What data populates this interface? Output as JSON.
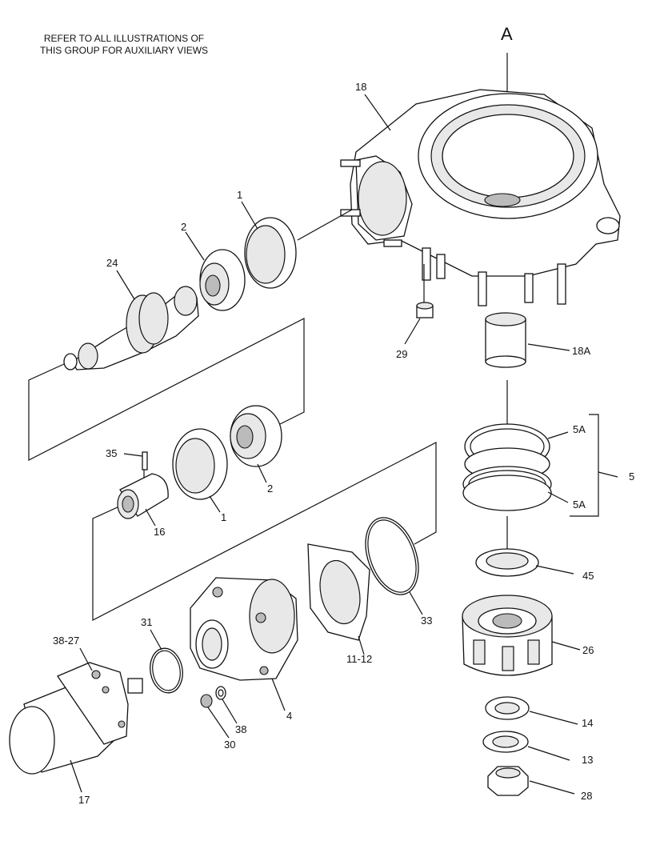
{
  "note": {
    "line1": "REFER TO ALL ILLUSTRATIONS OF",
    "line2": "THIS GROUP FOR AUXILIARY VIEWS"
  },
  "view_label": "A",
  "callouts": {
    "c18": "18",
    "c1a": "1",
    "c2a": "2",
    "c24": "24",
    "c29": "29",
    "c18A": "18A",
    "c35": "35",
    "c16": "16",
    "c1b": "1",
    "c2b": "2",
    "c5Aa": "5A",
    "c5": "5",
    "c5Ab": "5A",
    "c45": "45",
    "c31": "31",
    "c3827": "38-27",
    "c33": "33",
    "c1112": "11-12",
    "c26": "26",
    "c4": "4",
    "c38": "38",
    "c30": "30",
    "c14": "14",
    "c13": "13",
    "c28": "28",
    "c17": "17"
  }
}
